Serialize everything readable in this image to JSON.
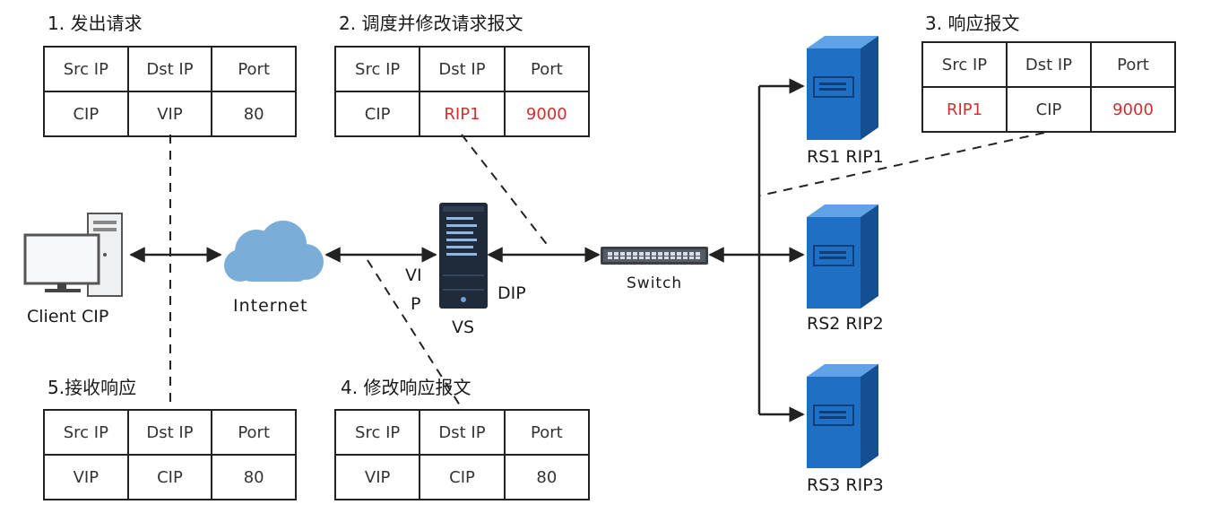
{
  "headers": [
    "Src IP",
    "Dst IP",
    "Port"
  ],
  "steps": [
    {
      "title": "1. 发出请求",
      "row": [
        "CIP",
        "VIP",
        "80"
      ],
      "red": [
        false,
        false,
        false
      ]
    },
    {
      "title": "2. 调度并修改请求报文",
      "row": [
        "CIP",
        "RIP1",
        "9000"
      ],
      "red": [
        false,
        true,
        true
      ]
    },
    {
      "title": "3. 响应报文",
      "row": [
        "RIP1",
        "CIP",
        "9000"
      ],
      "red": [
        true,
        false,
        true
      ]
    },
    {
      "title": "4. 修改响应报文",
      "row": [
        "VIP",
        "CIP",
        "80"
      ],
      "red": [
        false,
        false,
        false
      ]
    },
    {
      "title": "5.接收响应",
      "row": [
        "VIP",
        "CIP",
        "80"
      ],
      "red": [
        false,
        false,
        false
      ]
    }
  ],
  "nodes": {
    "client": "Client CIP",
    "internet": "Internet",
    "vs": "VS",
    "vip_line1": "VI",
    "vip_line2": "P",
    "dip": "DIP",
    "switch": "Switch",
    "rs1": "RS1 RIP1",
    "rs2": "RS2 RIP2",
    "rs3": "RS3 RIP3"
  },
  "colors": {
    "highlight": "#d32f2f",
    "server_blue": "#1f6fc4",
    "cloud_blue": "#7aaed9",
    "vs_dark": "#1f2a3a"
  }
}
